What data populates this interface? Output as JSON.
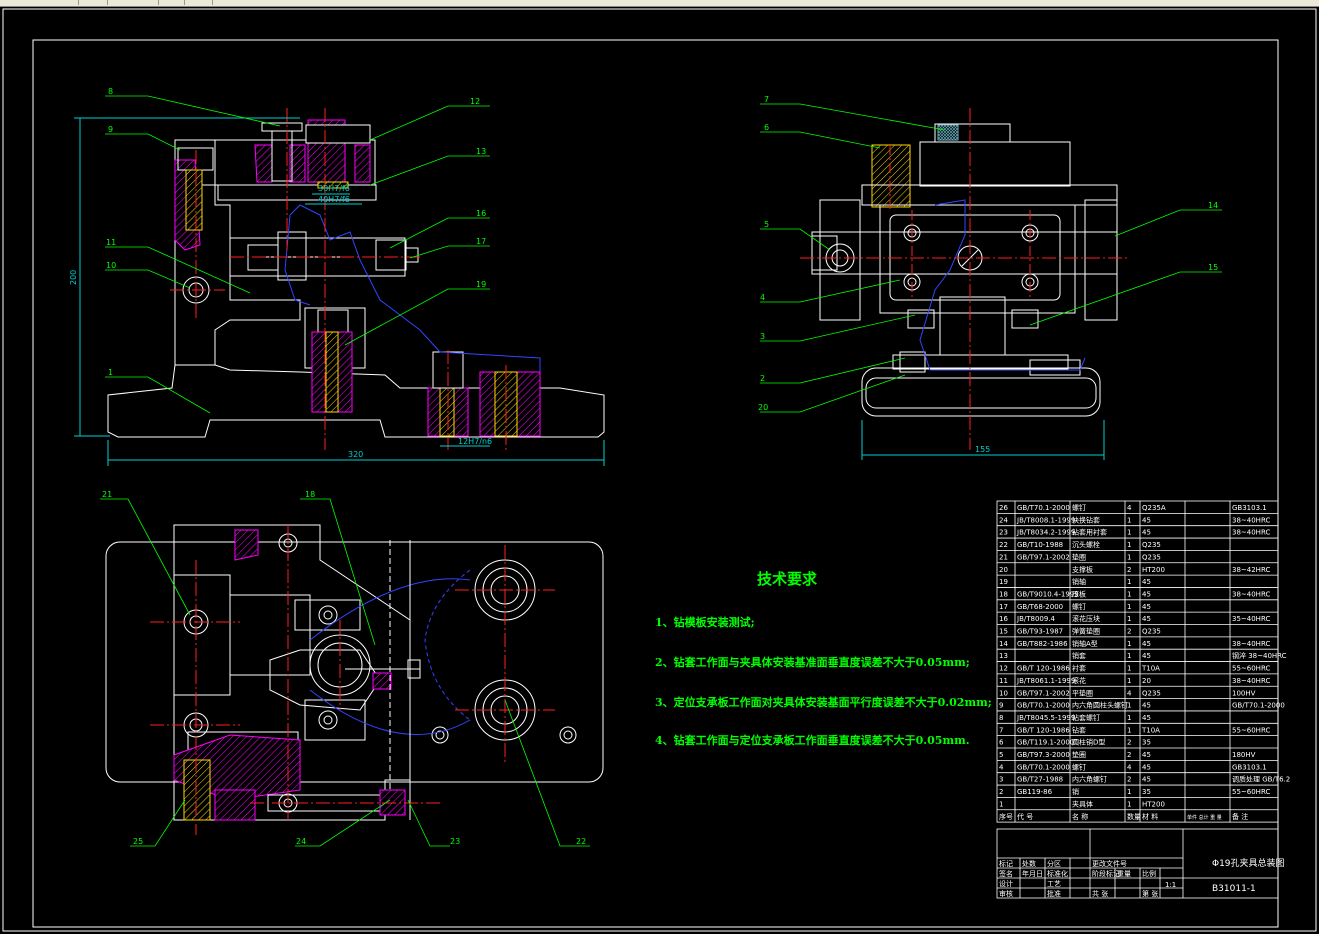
{
  "toolbar": {
    "icons": [
      "folder-icon",
      "save-icon",
      "print-icon",
      "zoom-icon"
    ]
  },
  "views": {
    "front": {
      "callouts": [
        "8",
        "9",
        "11",
        "10",
        "1",
        "12",
        "13",
        "16",
        "17",
        "19"
      ],
      "dims": {
        "height": "200",
        "width": "320",
        "fit1": "30H7/f6",
        "fit2": "40H7/f6",
        "fit3": "12H7/n6"
      }
    },
    "side": {
      "callouts": [
        "7",
        "6",
        "5",
        "4",
        "3",
        "2",
        "20",
        "14",
        "15"
      ],
      "dims": {
        "width": "155"
      }
    },
    "top": {
      "callouts": [
        "21",
        "18",
        "25",
        "24",
        "23",
        "22"
      ]
    }
  },
  "requirements": {
    "title": "技术要求",
    "items": [
      "1、钻模板安装测试;",
      "2、钻套工作面与夹具体安装基准面垂直度误差不大于0.05mm;",
      "3、定位支承板工作面对夹具体安装基面平行度误差不大于0.02mm;",
      "4、钻套工作面与定位支承板工作面垂直度误差不大于0.05mm."
    ]
  },
  "bom": {
    "rows": [
      [
        "26",
        "GB/T70.1-2000",
        "螺钉",
        "4",
        "Q235A",
        "",
        "GB3103.1"
      ],
      [
        "24",
        "JB/T8008.1-1999",
        "快换钻套",
        "1",
        "45",
        "",
        "38~40HRC"
      ],
      [
        "23",
        "JB/T8034.2-1999",
        "钻套用衬套",
        "1",
        "45",
        "",
        "38~40HRC"
      ],
      [
        "22",
        "GB/T10-1988",
        "沉头螺栓",
        "1",
        "Q235",
        "",
        ""
      ],
      [
        "21",
        "GB/T97.1-2002",
        "垫圈",
        "1",
        "Q235",
        "",
        ""
      ],
      [
        "20",
        "",
        "支撑板",
        "2",
        "HT200",
        "",
        "38~42HRC"
      ],
      [
        "19",
        "",
        "销轴",
        "1",
        "45",
        "",
        ""
      ],
      [
        "18",
        "GB/T9010.4-1999",
        "压板",
        "1",
        "45",
        "",
        "38~40HRC"
      ],
      [
        "17",
        "GB/T68-2000",
        "螺钉",
        "1",
        "45",
        "",
        ""
      ],
      [
        "16",
        "JB/T8009.4",
        "滚花压块",
        "1",
        "45",
        "",
        "35~40HRC"
      ],
      [
        "15",
        "GB/T93-1987",
        "弹簧垫圈",
        "2",
        "Q235",
        "",
        ""
      ],
      [
        "14",
        "GB/T882-1986",
        "销轴A型",
        "1",
        "45",
        "",
        "38~40HRC"
      ],
      [
        "13",
        "",
        "销套",
        "1",
        "45",
        "",
        "钢淬 38~40HRC"
      ],
      [
        "12",
        "GB/T 120-1986",
        "衬套",
        "1",
        "T10A",
        "",
        "55~60HRC"
      ],
      [
        "11",
        "JB/T8061.1-1999",
        "滚花",
        "1",
        "20",
        "",
        "38~40HRC"
      ],
      [
        "10",
        "GB/T97.1-2002",
        "平垫圈",
        "4",
        "Q235",
        "",
        "100HV"
      ],
      [
        "9",
        "GB/T70.1-2000",
        "内六角圆柱头螺钉",
        "1",
        "45",
        "",
        "GB/T70.1-2000"
      ],
      [
        "8",
        "JB/T8045.5-1999",
        "钻套螺钉",
        "1",
        "45",
        "",
        ""
      ],
      [
        "7",
        "GB/T 120-1986",
        "钻套",
        "1",
        "T10A",
        "",
        "55~60HRC"
      ],
      [
        "6",
        "GB/T119.1-2000",
        "圆柱销D型",
        "2",
        "35",
        "",
        ""
      ],
      [
        "5",
        "GB/T97.3-2000",
        "垫圈",
        "2",
        "45",
        "",
        "180HV"
      ],
      [
        "4",
        "GB/T70.1-2000",
        "螺钉",
        "4",
        "45",
        "",
        "GB3103.1"
      ],
      [
        "3",
        "GB/T27-1988",
        "内六角螺钉",
        "2",
        "45",
        "",
        "调质处理 GB/T6.2"
      ],
      [
        "2",
        "GB119-86",
        "销",
        "1",
        "35",
        "",
        "55~60HRC"
      ],
      [
        "1",
        "",
        "夹具体",
        "1",
        "HT200",
        "",
        ""
      ]
    ],
    "header": [
      "序号",
      "代 号",
      "名 称",
      "数量",
      "材 料",
      "单件 总计 重 量",
      "备 注"
    ],
    "title_block": {
      "drawing_name": "Φ19孔夹具总装图",
      "drawing_no": "B31011-1",
      "scale": "1:1",
      "labels": [
        "标记",
        "处数",
        "分区",
        "更改文件号",
        "签名",
        "年月日",
        "设计",
        "标准化",
        "阶段标记",
        "重量",
        "比例",
        "审核",
        "工艺",
        "批准",
        "共 张",
        "第 张"
      ]
    }
  }
}
